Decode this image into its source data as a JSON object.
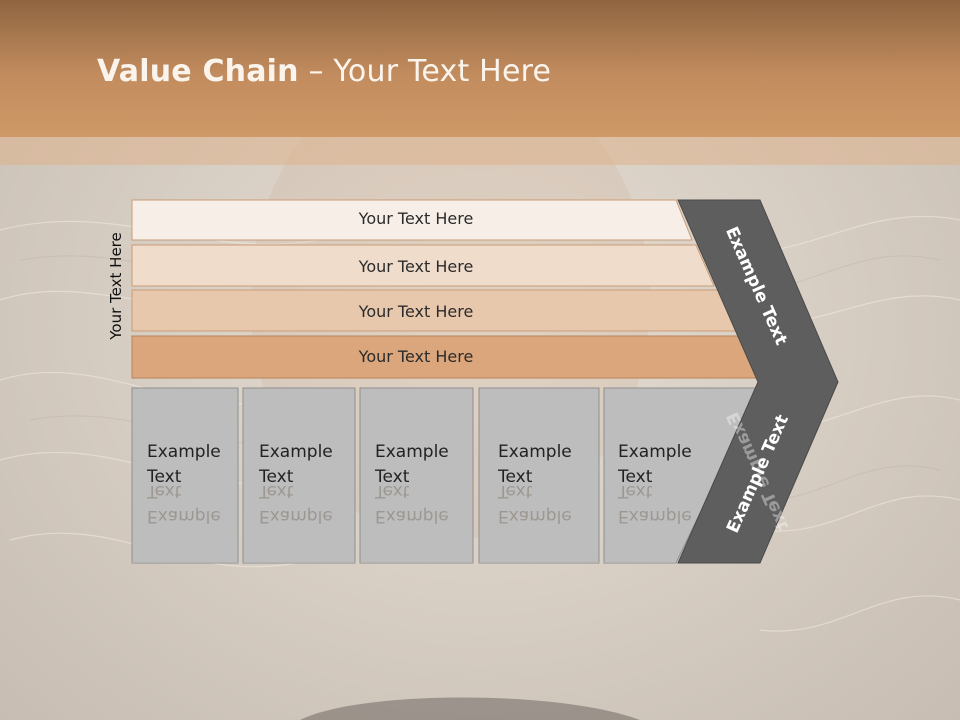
{
  "slide": {
    "title_bold": "Value Chain",
    "title_rest": " – Your Text Here"
  },
  "side_label": "Your Text Here",
  "bars": [
    {
      "label": "Your Text Here",
      "color": "#f7efe7"
    },
    {
      "label": "Your Text Here",
      "color": "#f0dccb"
    },
    {
      "label": "Your Text Here",
      "color": "#e8c8ad"
    },
    {
      "label": "Your Text Here",
      "color": "#dba67b"
    }
  ],
  "boxes": [
    {
      "line1": "Example",
      "line2": "Text"
    },
    {
      "line1": "Example",
      "line2": "Text"
    },
    {
      "line1": "Example",
      "line2": "Text"
    },
    {
      "line1": "Example",
      "line2": "Text"
    },
    {
      "line1": "Example",
      "line2": "Text"
    }
  ],
  "chevron": {
    "top_label": "Example Text",
    "bottom_label": "Example Text"
  },
  "colors": {
    "header": "#c28c5e",
    "box_fill": "#bdbdbd",
    "chevron_fill": "#5e5e5e",
    "title_text": "#fbf4ec"
  }
}
